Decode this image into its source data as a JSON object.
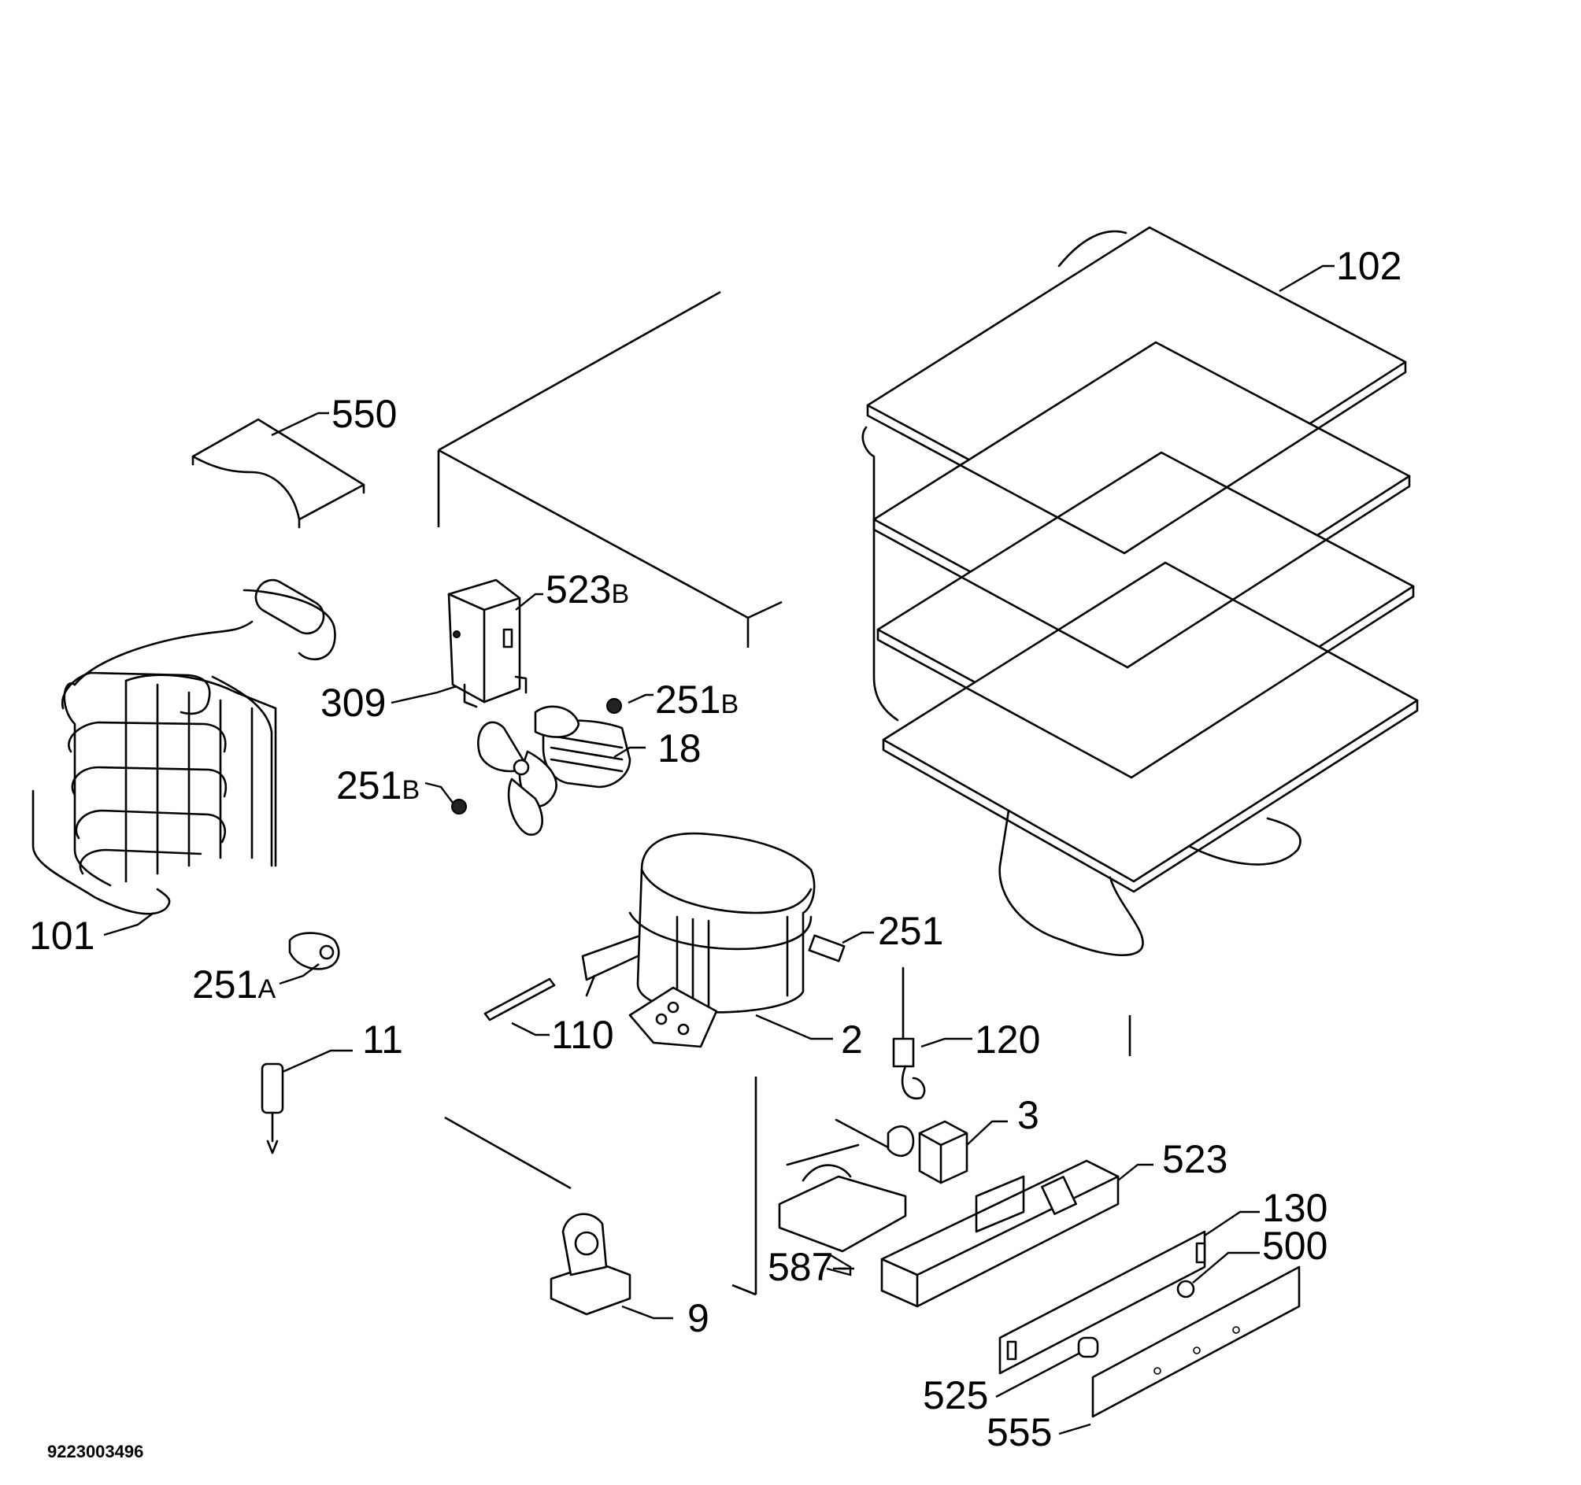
{
  "diagram": {
    "document_id": "9223003496",
    "callouts": {
      "c102": "102",
      "c550": "550",
      "c523b_num": "523",
      "c523b_suf": "B",
      "c309": "309",
      "c251b_top_num": "251",
      "c251b_top_suf": "B",
      "c18": "18",
      "c251b_left_num": "251",
      "c251b_left_suf": "B",
      "c101": "101",
      "c251": "251",
      "c251a_num": "251",
      "c251a_suf": "A",
      "c110": "110",
      "c2": "2",
      "c120": "120",
      "c11": "11",
      "c3": "3",
      "c523": "523",
      "c130": "130",
      "c500": "500",
      "c587": "587",
      "c9": "9",
      "c525": "525",
      "c555": "555"
    }
  }
}
